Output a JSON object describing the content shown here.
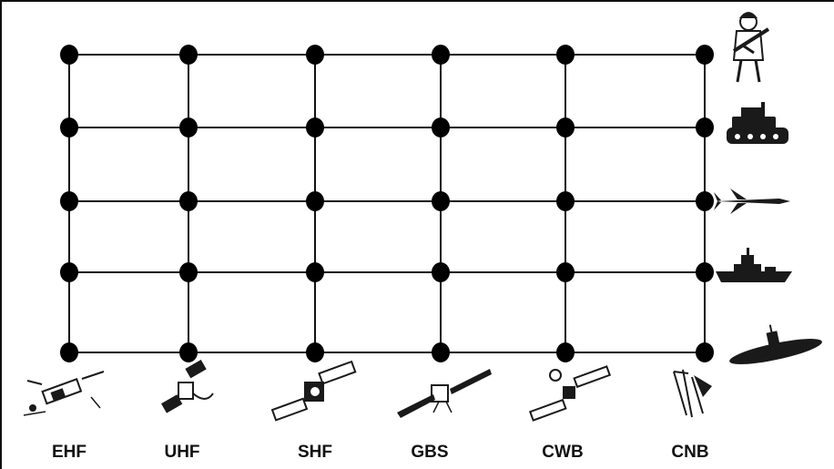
{
  "bands": [
    {
      "label": "EHF",
      "icon": "ehf-satellite-icon"
    },
    {
      "label": "UHF",
      "icon": "uhf-satellite-icon"
    },
    {
      "label": "SHF",
      "icon": "shf-satellite-icon"
    },
    {
      "label": "GBS",
      "icon": "gbs-satellite-icon"
    },
    {
      "label": "CWB",
      "icon": "cwb-satellite-icon"
    },
    {
      "label": "CNB",
      "icon": "cnb-satellite-icon"
    }
  ],
  "platforms": [
    {
      "icon": "soldier-icon"
    },
    {
      "icon": "tank-icon"
    },
    {
      "icon": "fighter-jet-icon"
    },
    {
      "icon": "surface-ship-icon"
    },
    {
      "icon": "submarine-icon"
    }
  ],
  "colors": {
    "line": "#111111",
    "node": "#000000",
    "icon": "#1a1a1a"
  }
}
